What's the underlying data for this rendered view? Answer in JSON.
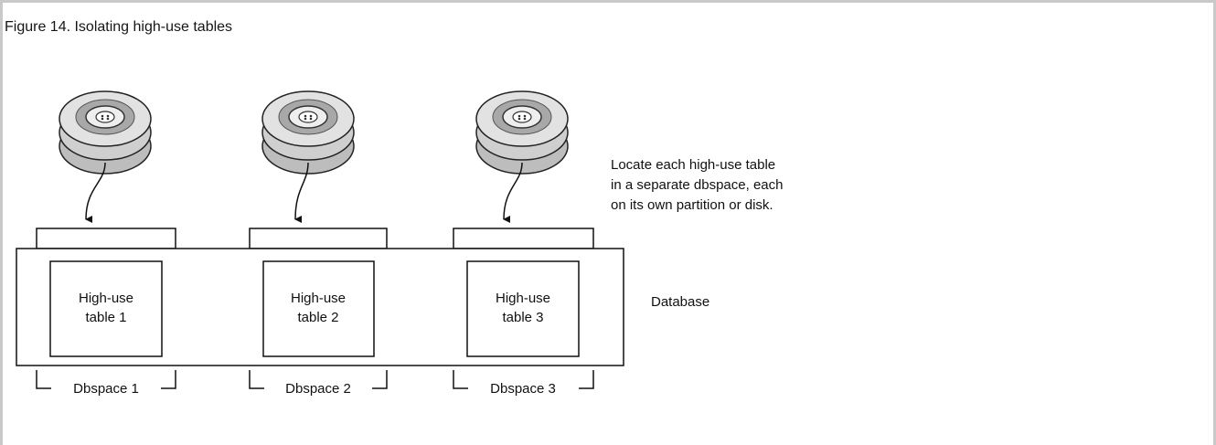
{
  "caption": "Figure 14. Isolating high-use tables",
  "diagram": {
    "note_lines": [
      "Locate each high-use table",
      "in a separate dbspace, each",
      "on its own partition or disk."
    ],
    "database_label": "Database",
    "tables": [
      {
        "line1": "High-use",
        "line2": "table 1",
        "dbspace": "Dbspace 1"
      },
      {
        "line1": "High-use",
        "line2": "table 2",
        "dbspace": "Dbspace 2"
      },
      {
        "line1": "High-use",
        "line2": "table 3",
        "dbspace": "Dbspace 3"
      }
    ]
  }
}
